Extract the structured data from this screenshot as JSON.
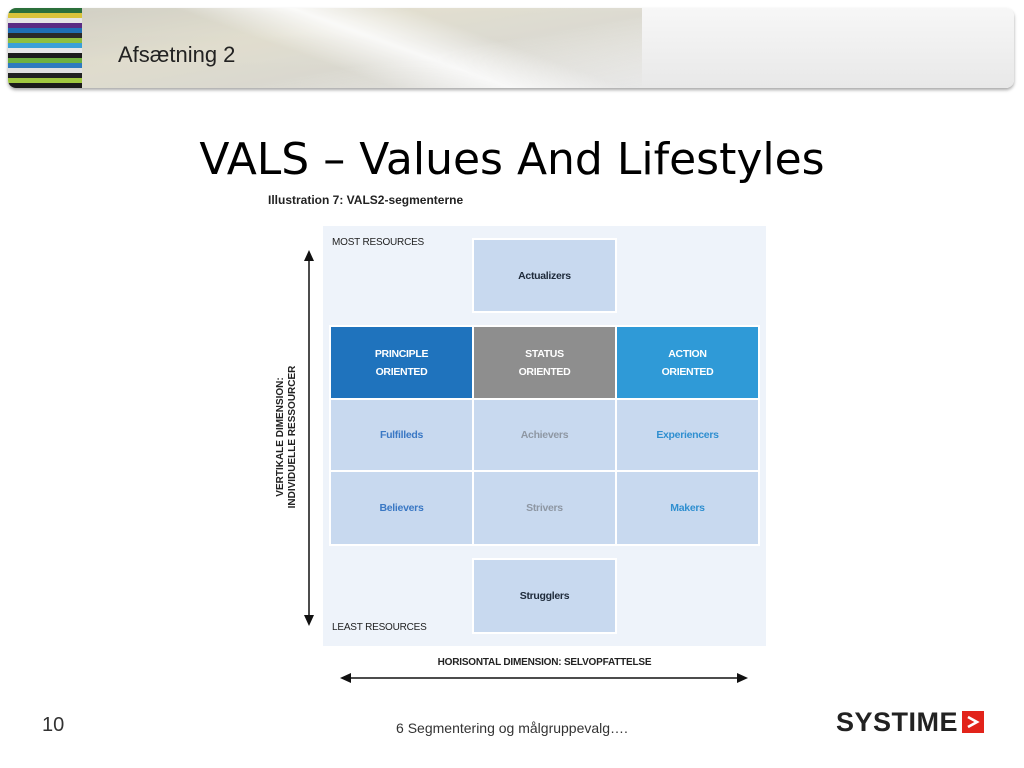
{
  "header": {
    "title": "Afsætning 2",
    "stripe_colors": [
      "#2b6f3a",
      "#d9c33a",
      "#e6e6e6",
      "#5b2c83",
      "#1f6fb5",
      "#2a2a2a",
      "#8fbf3f",
      "#3aa0d8",
      "#e6e6e6",
      "#1c1c1c",
      "#6fb13f",
      "#2e7bbf",
      "#e0e0e0",
      "#222222",
      "#a0c840",
      "#1a1a1a"
    ]
  },
  "slide": {
    "title": "VALS – Values And Lifestyles",
    "illustration_caption": "Illustration 7: VALS2-segmenterne"
  },
  "diagram": {
    "most_resources": "MOST RESOURCES",
    "least_resources": "LEAST RESOURCES",
    "top_segment": "Actualizers",
    "bottom_segment": "Strugglers",
    "orientations": [
      {
        "line1": "PRINCIPLE",
        "line2": "ORIENTED",
        "color": "#1f73bd"
      },
      {
        "line1": "STATUS",
        "line2": "ORIENTED",
        "color": "#8e8e8e"
      },
      {
        "line1": "ACTION",
        "line2": "ORIENTED",
        "color": "#2f9ad7"
      }
    ],
    "row_upper": [
      "Fulfilleds",
      "Achievers",
      "Experiencers"
    ],
    "row_lower": [
      "Believers",
      "Strivers",
      "Makers"
    ],
    "vertical_axis": {
      "line1": "VERTIKALE DIMENSION:",
      "line2": "INDIVIDUELLE RESSOURCER"
    },
    "horizontal_axis": "HORISONTAL DIMENSION: SELVOPFATTELSE"
  },
  "footer": {
    "page_number": "10",
    "text": "6 Segmentering og målgruppevalg….",
    "logo": "SYSTIME",
    "logo_color": "#e2231a"
  }
}
